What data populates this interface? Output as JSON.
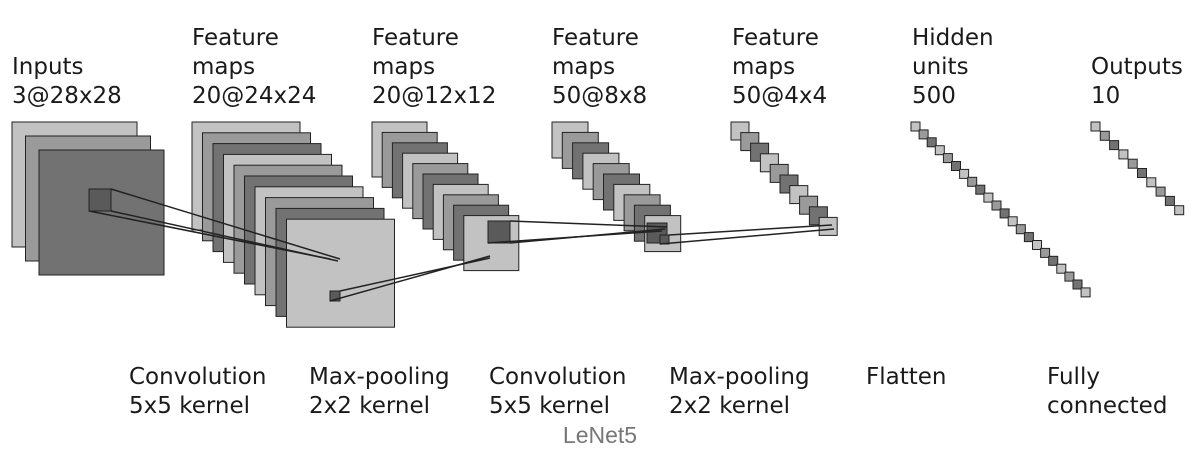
{
  "layers": [
    {
      "lines": [
        "Inputs",
        "3@28x28"
      ]
    },
    {
      "lines": [
        "Feature",
        "maps",
        "20@24x24"
      ]
    },
    {
      "lines": [
        "Feature",
        "maps",
        "20@12x12"
      ]
    },
    {
      "lines": [
        "Feature",
        "maps",
        "50@8x8"
      ]
    },
    {
      "lines": [
        "Feature",
        "maps",
        "50@4x4"
      ]
    },
    {
      "lines": [
        "Hidden",
        "units",
        "500"
      ]
    },
    {
      "lines": [
        "Outputs",
        "10"
      ]
    }
  ],
  "operations": [
    {
      "lines": [
        "Convolution",
        "5x5 kernel"
      ]
    },
    {
      "lines": [
        "Max-pooling",
        "2x2 kernel"
      ]
    },
    {
      "lines": [
        "Convolution",
        "5x5 kernel"
      ]
    },
    {
      "lines": [
        "Max-pooling",
        "2x2 kernel"
      ]
    },
    {
      "lines": [
        "Flatten"
      ]
    },
    {
      "lines": [
        "Fully",
        "connected"
      ]
    }
  ],
  "caption": "LeNet5",
  "colors": {
    "fill_light": "#c2c2c2",
    "fill_mid": "#9a9a9a",
    "fill_dark": "#727272",
    "stroke": "#222222"
  }
}
